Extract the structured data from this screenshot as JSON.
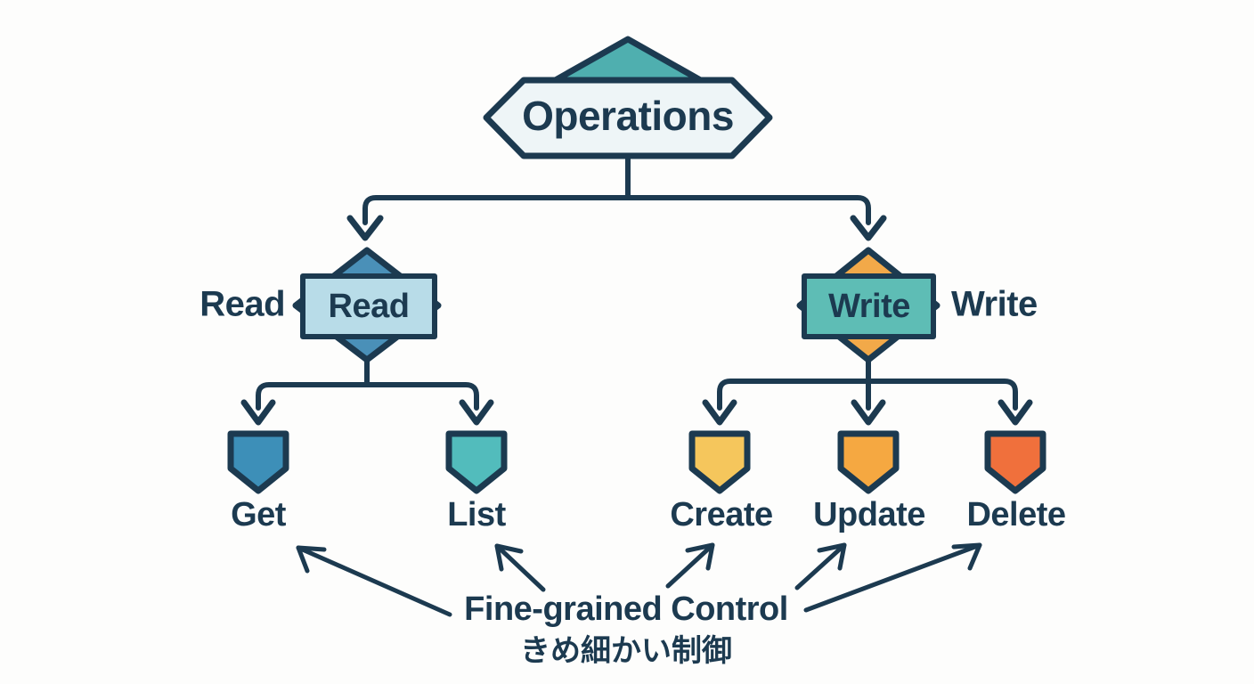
{
  "diagram": {
    "title": "Operations",
    "background_color": "#fdfdfc",
    "line_color": "#1c3a50",
    "root": {
      "label": "Operations",
      "shape": "hexagon-sign",
      "fill": "#eef5f7",
      "cap_fill": "#4fafaf",
      "cap_shape": "triangle"
    },
    "branches": [
      {
        "id": "read",
        "label": "Read",
        "side_label": "Read",
        "side_label_position": "left",
        "shape": "diamond-with-rect",
        "diamond_fill": "#4a90b8",
        "rect_fill": "#b8dce8",
        "children": [
          {
            "id": "get",
            "label": "Get",
            "shape": "shield",
            "fill": "#3d8fb8"
          },
          {
            "id": "list",
            "label": "List",
            "shape": "shield",
            "fill": "#52bcbc"
          }
        ]
      },
      {
        "id": "write",
        "label": "Write",
        "side_label": "Write",
        "side_label_position": "right",
        "shape": "diamond-with-rect",
        "diamond_fill": "#f2a949",
        "rect_fill": "#5ebdb5",
        "children": [
          {
            "id": "create",
            "label": "Create",
            "shape": "shield",
            "fill": "#f5c65c"
          },
          {
            "id": "update",
            "label": "Update",
            "shape": "shield",
            "fill": "#f5a841"
          },
          {
            "id": "delete",
            "label": "Delete",
            "shape": "shield",
            "fill": "#f0703c"
          }
        ]
      }
    ],
    "annotation": {
      "text_en": "Fine-grained Control",
      "text_jp": "きめ細かい制御",
      "pointers": [
        "get",
        "list",
        "create",
        "update",
        "delete"
      ]
    }
  }
}
